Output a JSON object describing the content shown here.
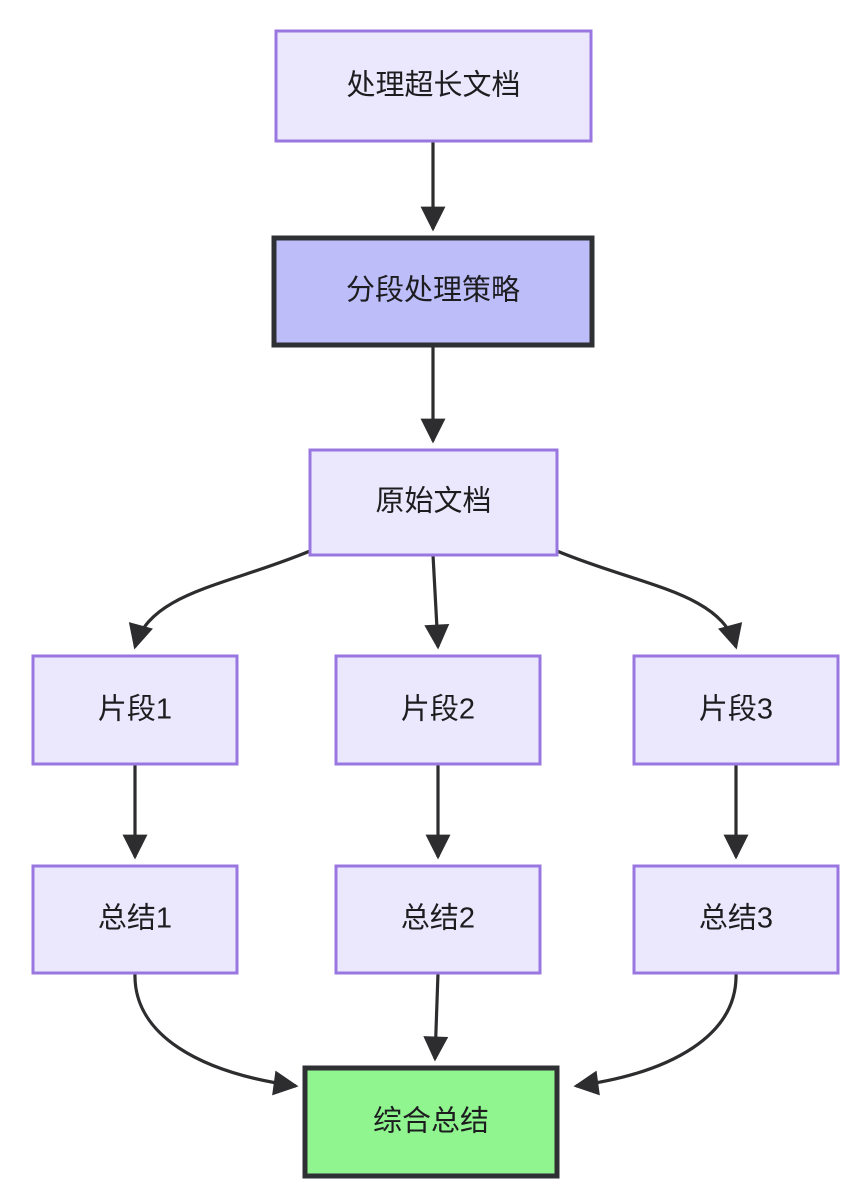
{
  "diagram": {
    "type": "flowchart",
    "direction": "top-to-bottom",
    "background_color": "#ffffff",
    "title_text": "",
    "palette": {
      "standard_fill": "#ebe8fd",
      "standard_border": "#9a77e0",
      "highlight_fill": "#bdbdfa",
      "highlight_border": "#2f3033",
      "result_fill": "#90f58f",
      "result_border": "#2f3033",
      "edge_color": "#2d2d2f",
      "text_color": "#1d1d20"
    },
    "nodes": [
      {
        "id": "n1",
        "label": "处理超长文档",
        "style": "standard"
      },
      {
        "id": "n2",
        "label": "分段处理策略",
        "style": "highlight"
      },
      {
        "id": "n3",
        "label": "原始文档",
        "style": "standard"
      },
      {
        "id": "n4",
        "label": "片段1",
        "style": "standard"
      },
      {
        "id": "n5",
        "label": "片段2",
        "style": "standard"
      },
      {
        "id": "n6",
        "label": "片段3",
        "style": "standard"
      },
      {
        "id": "n7",
        "label": "总结1",
        "style": "standard"
      },
      {
        "id": "n8",
        "label": "总结2",
        "style": "standard"
      },
      {
        "id": "n9",
        "label": "总结3",
        "style": "standard"
      },
      {
        "id": "n10",
        "label": "综合总结",
        "style": "result"
      }
    ],
    "edges": [
      {
        "from": "n1",
        "to": "n2",
        "shape": "straight",
        "arrow": true
      },
      {
        "from": "n2",
        "to": "n3",
        "shape": "straight",
        "arrow": true
      },
      {
        "from": "n3",
        "to": "n4",
        "shape": "curve-left",
        "arrow": true
      },
      {
        "from": "n3",
        "to": "n5",
        "shape": "straight",
        "arrow": true
      },
      {
        "from": "n3",
        "to": "n6",
        "shape": "curve-right",
        "arrow": true
      },
      {
        "from": "n4",
        "to": "n7",
        "shape": "straight",
        "arrow": true
      },
      {
        "from": "n5",
        "to": "n8",
        "shape": "straight",
        "arrow": true
      },
      {
        "from": "n6",
        "to": "n9",
        "shape": "straight",
        "arrow": true
      },
      {
        "from": "n7",
        "to": "n10",
        "shape": "curve-right",
        "arrow": true
      },
      {
        "from": "n8",
        "to": "n10",
        "shape": "straight",
        "arrow": true
      },
      {
        "from": "n9",
        "to": "n10",
        "shape": "curve-left",
        "arrow": true
      }
    ]
  }
}
